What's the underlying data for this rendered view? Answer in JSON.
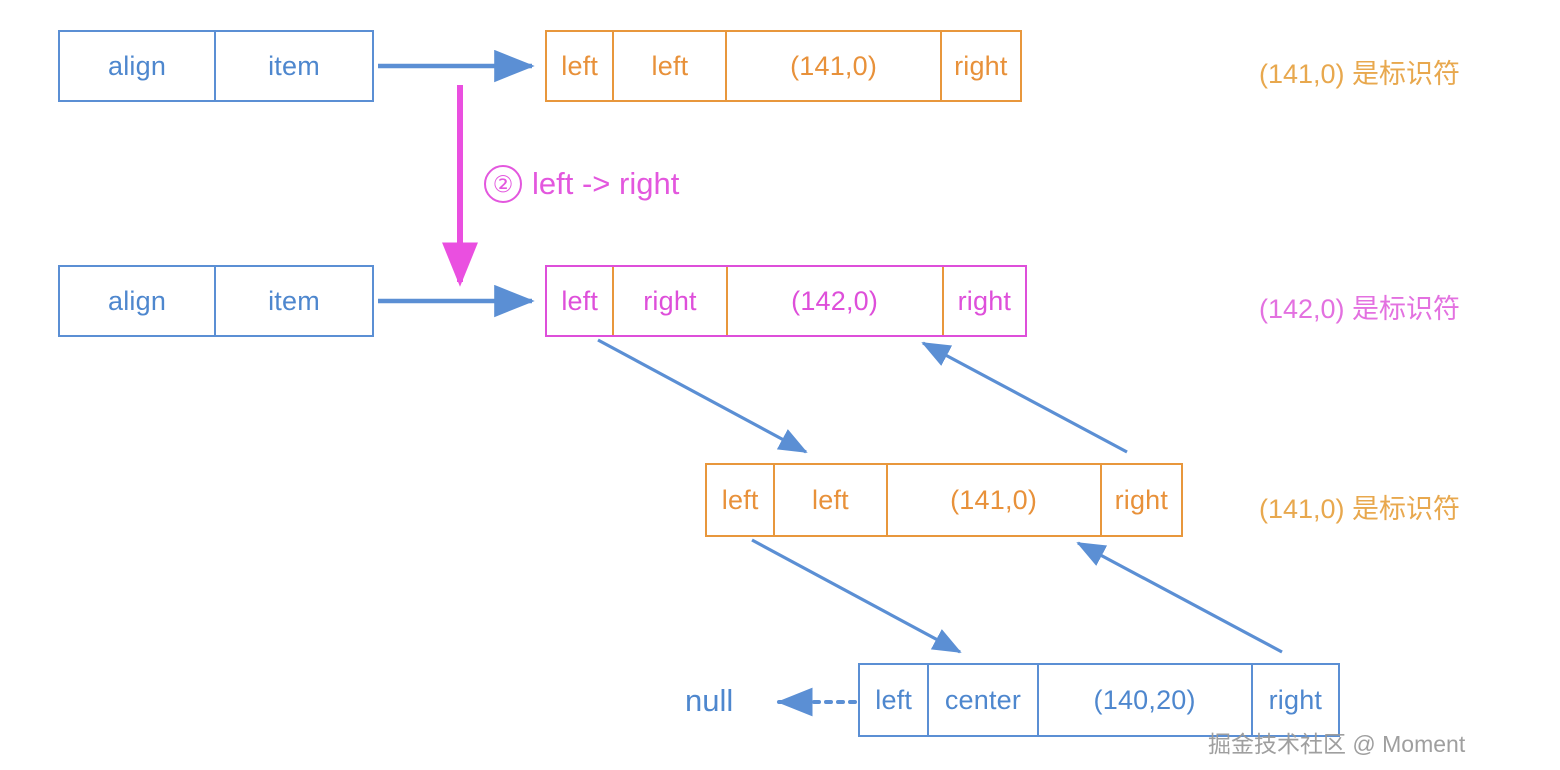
{
  "diagram": {
    "title": "linked list node transformation diagram",
    "colors": {
      "blue": "#5B8FD4",
      "orange": "#E8973C",
      "magenta": "#DE4FDA",
      "annotation_orange": "#E8A84E",
      "annotation_magenta": "#E371E0",
      "watermark_gray": "#9a9a9a"
    }
  },
  "rows": {
    "row1": {
      "holder": {
        "cell_align": "align",
        "cell_item": "item"
      },
      "node": {
        "cell_left_label": "left",
        "cell_align_value": "left",
        "cell_id": "(141,0)",
        "cell_right_label": "right"
      },
      "annotation": "(141,0) 是标识符"
    },
    "row2": {
      "holder": {
        "cell_align": "align",
        "cell_item": "item"
      },
      "node": {
        "cell_left_label": "left",
        "cell_align_value": "right",
        "cell_id": "(142,0)",
        "cell_right_label": "right"
      },
      "annotation": "(142,0) 是标识符"
    },
    "row3": {
      "node": {
        "cell_left_label": "left",
        "cell_align_value": "left",
        "cell_id": "(141,0)",
        "cell_right_label": "right"
      },
      "annotation": "(141,0) 是标识符"
    },
    "row4": {
      "node": {
        "cell_left_label": "left",
        "cell_align_value": "center",
        "cell_id": "(140,20)",
        "cell_right_label": "right"
      },
      "null_label": "null"
    }
  },
  "step": {
    "marker": "②",
    "text": "left -> right"
  },
  "watermark": "掘金技术社区 @ Moment"
}
